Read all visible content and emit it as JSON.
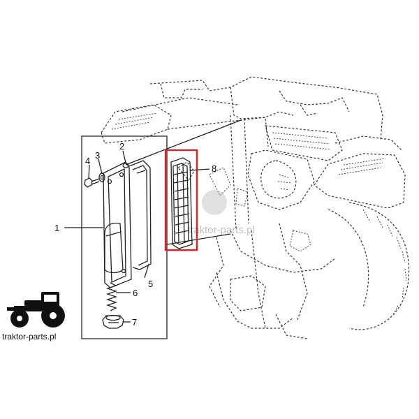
{
  "callouts": {
    "c1": "1",
    "c2": "2",
    "c3": "3",
    "c4": "4",
    "c5": "5",
    "c6": "6",
    "c7": "7",
    "c8": "8"
  },
  "logo": {
    "text": "traktor-parts.pl"
  },
  "watermark": {
    "text": "traktor-parts.pl"
  },
  "colors": {
    "highlight": "#e02020",
    "ink": "#222222",
    "background": "#ffffff"
  },
  "icons": {
    "logo": "tractor-icon"
  }
}
